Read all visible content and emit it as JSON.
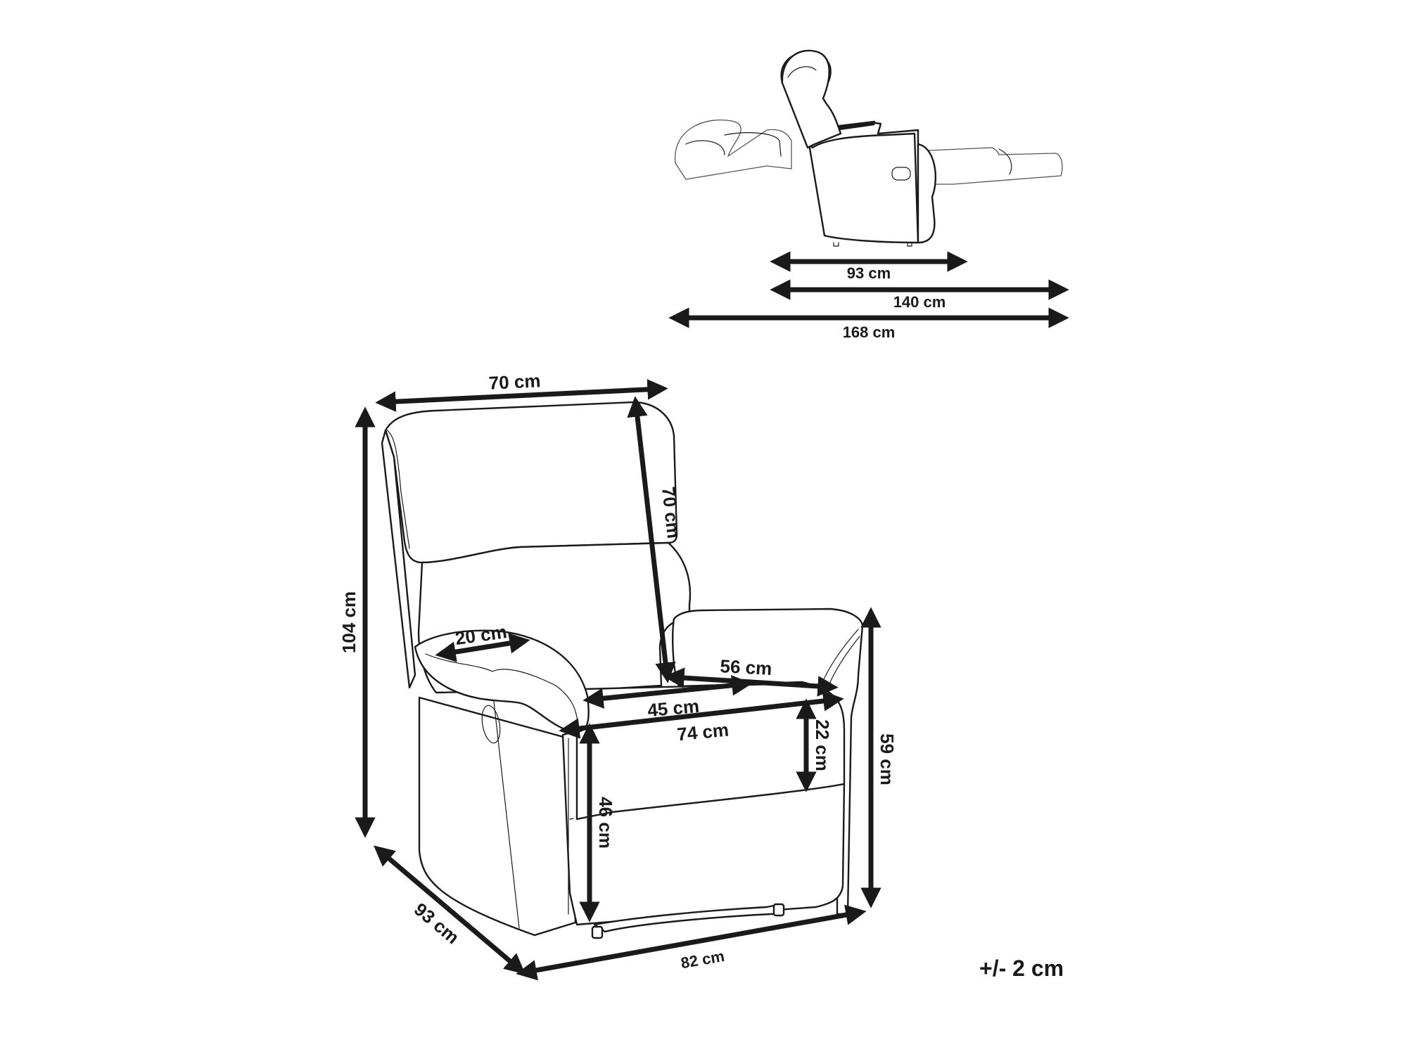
{
  "diagram": {
    "subject": "Recliner chair dimension drawing",
    "colors": {
      "line": "#1a1a1a",
      "background": "#ffffff"
    },
    "side_view": {
      "dimensions": {
        "seat_depth_upright": "93 cm",
        "depth_footrest_extended": "140 cm",
        "depth_fully_reclined": "168 cm"
      }
    },
    "front_view": {
      "dimensions": {
        "backrest_width": "70 cm",
        "total_height": "104 cm",
        "backrest_height": "70 cm",
        "armrest_width": "20 cm",
        "seat_depth": "56 cm",
        "seat_width": "45 cm",
        "inner_width": "74 cm",
        "armrest_height_above_seat": "22 cm",
        "seat_height": "46 cm",
        "armrest_height": "59 cm",
        "depth": "93 cm",
        "width": "82 cm"
      }
    },
    "tolerance": "+/- 2 cm"
  }
}
